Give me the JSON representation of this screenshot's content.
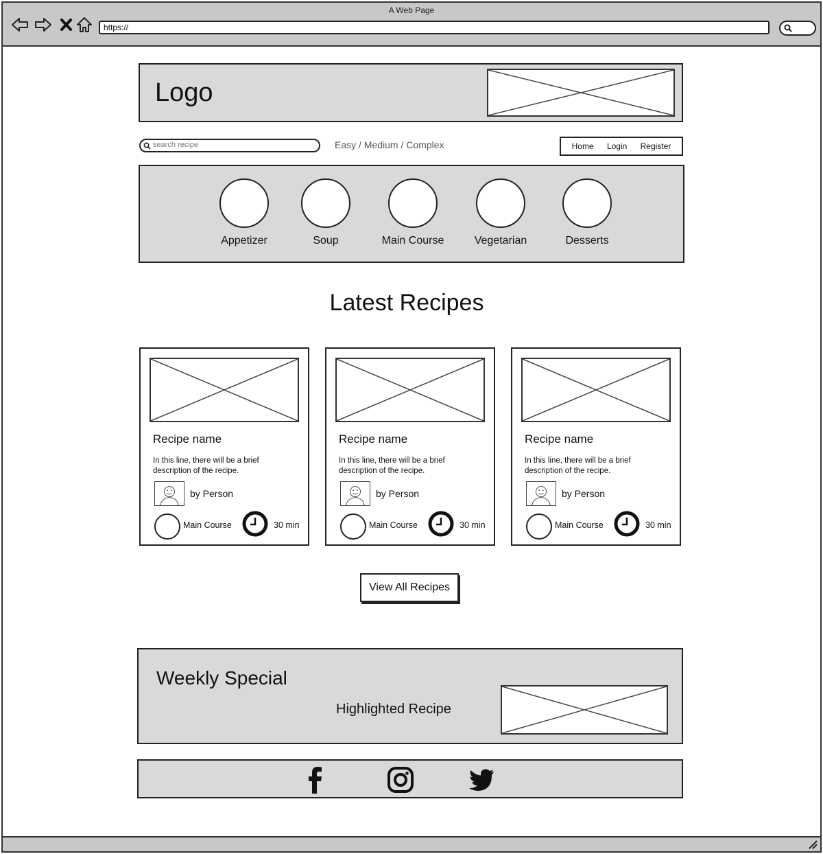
{
  "browser": {
    "title": "A Web Page",
    "url": "https://",
    "icons": [
      "back-arrow-icon",
      "forward-arrow-icon",
      "close-x-icon",
      "home-icon",
      "search-pill-icon",
      "resize-grip-icon"
    ]
  },
  "header": {
    "logo": "Logo",
    "banner_image": "image-placeholder"
  },
  "search": {
    "placeholder": "search recipe",
    "icon": "magnifier-icon"
  },
  "difficulty": {
    "easy": "Easy",
    "medium": "Medium",
    "complex": "Complex",
    "separator": " / "
  },
  "nav": {
    "home": "Home",
    "login": "Login",
    "register": "Register"
  },
  "categories": [
    {
      "label": "Appetizer"
    },
    {
      "label": "Soup"
    },
    {
      "label": "Main Course"
    },
    {
      "label": "Vegetarian"
    },
    {
      "label": "Desserts"
    }
  ],
  "latest": {
    "title": "Latest Recipes",
    "cards": [
      {
        "name": "Recipe name",
        "description": "In this line, there will be a brief description of the recipe.",
        "author": "by Person",
        "course": "Main Course",
        "time": "30 min"
      },
      {
        "name": "Recipe name",
        "description": "In this line, there will be a brief description of the recipe.",
        "author": "by Person",
        "course": "Main Course",
        "time": "30 min"
      },
      {
        "name": "Recipe name",
        "description": "In this line, there will be a brief description of the recipe.",
        "author": "by Person",
        "course": "Main Course",
        "time": "30 min"
      }
    ],
    "view_all": "View All Recipes"
  },
  "weekly": {
    "title": "Weekly Special",
    "subtitle": "Highlighted Recipe"
  },
  "footer": {
    "social": [
      "facebook-icon",
      "instagram-icon",
      "twitter-icon"
    ]
  }
}
